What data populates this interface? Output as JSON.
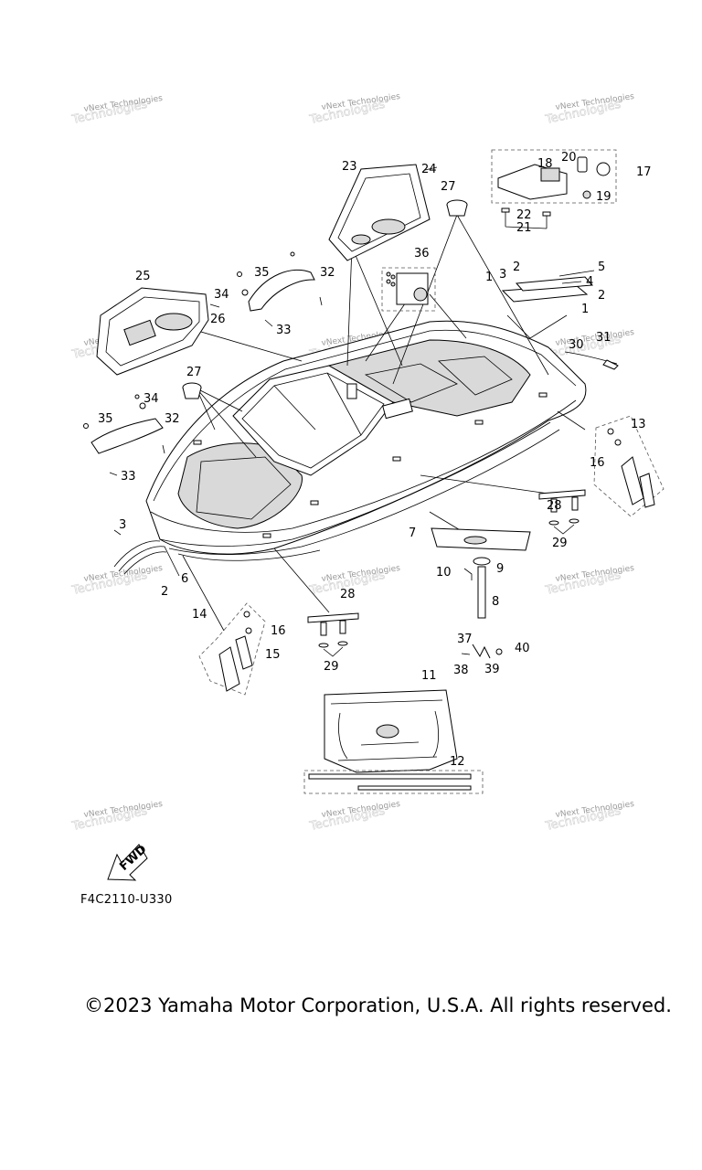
{
  "diagram": {
    "reference_code": "F4C2110-U330",
    "copyright": "©2023 Yamaha Motor Corporation, U.S.A. All rights reserved.",
    "watermark_text": "vNext Technologies",
    "fwd_label": "FWD",
    "callouts": [
      "1",
      "1",
      "2",
      "2",
      "2",
      "3",
      "3",
      "4",
      "5",
      "6",
      "7",
      "8",
      "9",
      "10",
      "11",
      "12",
      "13",
      "14",
      "15",
      "16",
      "16",
      "17",
      "18",
      "19",
      "20",
      "21",
      "22",
      "23",
      "24",
      "25",
      "26",
      "27",
      "27",
      "28",
      "28",
      "29",
      "29",
      "30",
      "31",
      "32",
      "32",
      "33",
      "33",
      "34",
      "34",
      "35",
      "35",
      "36",
      "37",
      "38",
      "39",
      "40"
    ]
  }
}
